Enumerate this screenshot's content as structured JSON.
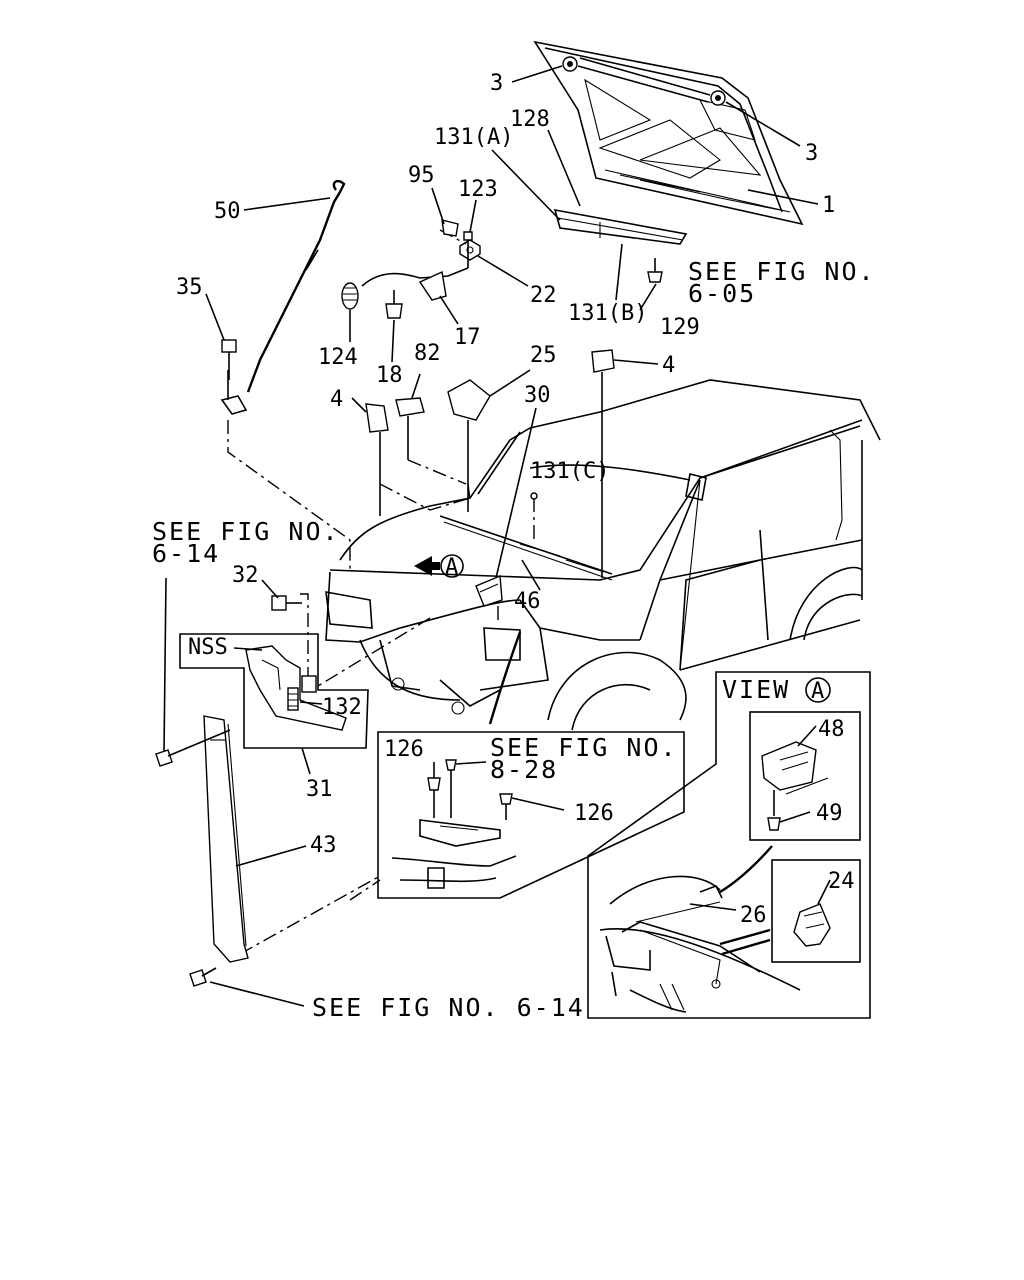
{
  "callouts": {
    "c1": "1",
    "c3a": "3",
    "c3b": "3",
    "c4a": "4",
    "c4b": "4",
    "c17": "17",
    "c18": "18",
    "c22": "22",
    "c24": "24",
    "c25": "25",
    "c26": "26",
    "c30": "30",
    "c31": "31",
    "c32": "32",
    "c35": "35",
    "c43": "43",
    "c46": "46",
    "c48": "48",
    "c49": "49",
    "c50": "50",
    "c82": "82",
    "c95": "95",
    "c123": "123",
    "c124": "124",
    "c126a": "126",
    "c126b": "126",
    "c128": "128",
    "c129": "129",
    "c131a": "131(A)",
    "c131b": "131(B)",
    "c131c": "131(C)",
    "c132": "132"
  },
  "notes": {
    "see_fig_605_line1": "SEE FIG NO.",
    "see_fig_605_line2": "6-05",
    "see_fig_614_top_line1": "SEE FIG NO.",
    "see_fig_614_top_line2": "6-14",
    "see_fig_828_line1": "SEE FIG NO.",
    "see_fig_828_line2": "8-28",
    "see_fig_614_bottom": "SEE FIG NO. 6-14",
    "nss": "NSS",
    "view_a": "VIEW",
    "view_marker": "A",
    "arrow_marker": "A"
  }
}
